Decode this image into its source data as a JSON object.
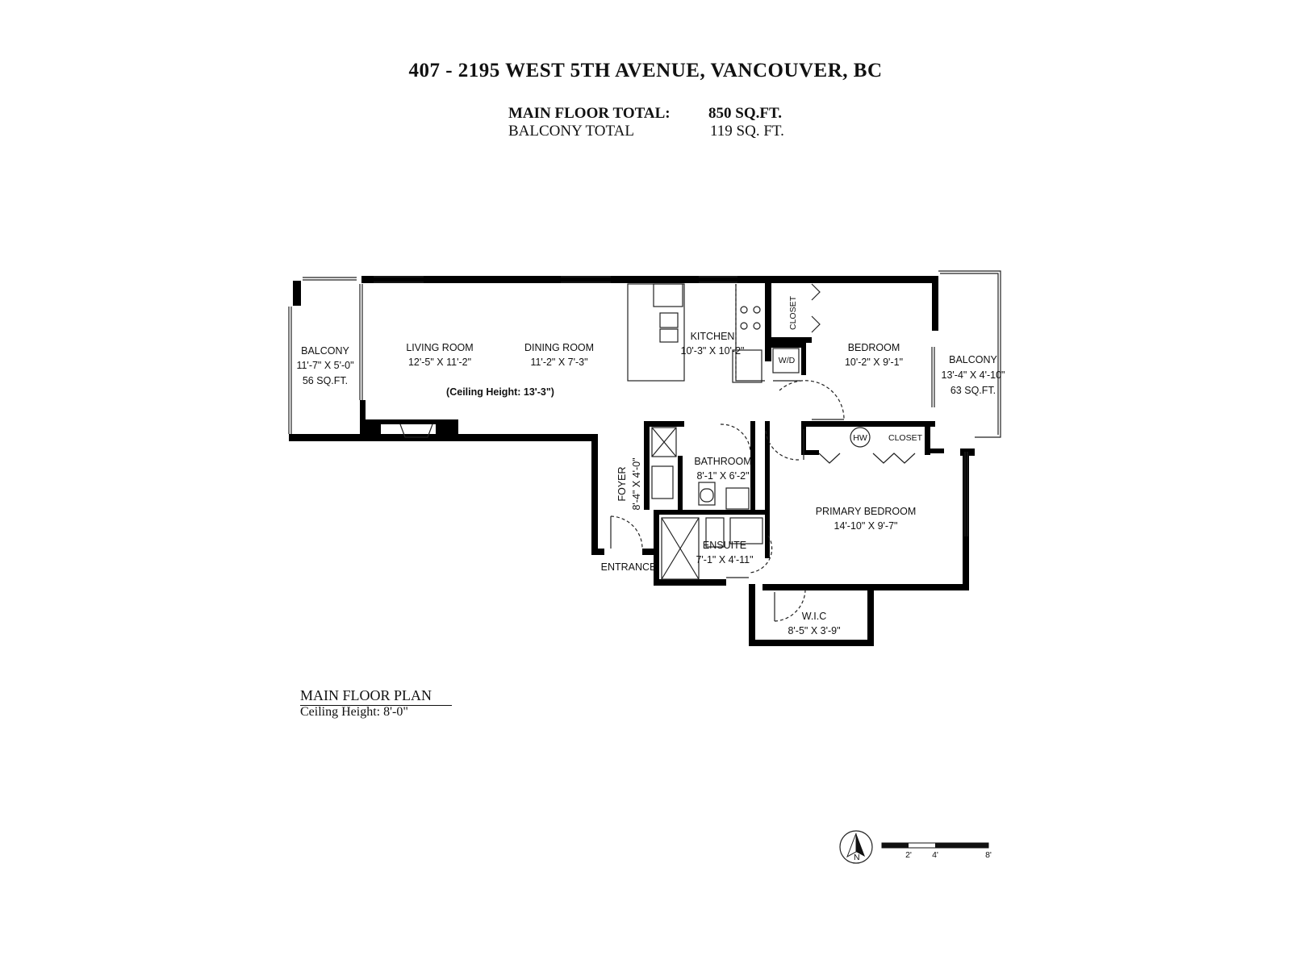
{
  "header": {
    "title": "407 - 2195 WEST 5TH AVENUE, VANCOUVER, BC",
    "main_floor_label": "MAIN FLOOR TOTAL:",
    "main_floor_value": "850 SQ.FT.",
    "balcony_label": "BALCONY TOTAL",
    "balcony_value": "119 SQ. FT."
  },
  "rooms": {
    "balcony_west": {
      "name": "BALCONY",
      "dims": "11'-7\" X 5'-0\"",
      "area": "56 SQ.FT."
    },
    "living": {
      "name": "LIVING ROOM",
      "dims": "12'-5\" X 11'-2\""
    },
    "dining": {
      "name": "DINING ROOM",
      "dims": "11'-2\" X 7'-3\""
    },
    "ceiling_note": "(Ceiling Height: 13'-3\")",
    "kitchen": {
      "name": "KITCHEN",
      "dims": "10'-3\" X 10'-2\""
    },
    "closet_top": "CLOSET",
    "wd": "W/D",
    "bedroom": {
      "name": "BEDROOM",
      "dims": "10'-2\" X 9'-1\""
    },
    "balcony_east": {
      "name": "BALCONY",
      "dims": "13'-4\" X 4'-10\"",
      "area": "63 SQ.FT."
    },
    "hw": "HW",
    "closet_bottom": "CLOSET",
    "bathroom": {
      "name": "BATHROOM",
      "dims": "8'-1\" X 6'-2\""
    },
    "foyer": {
      "name": "FOYER",
      "dims": "8'-4\" X 4'-0\""
    },
    "primary": {
      "name": "PRIMARY BEDROOM",
      "dims": "14'-10\" X 9'-7\""
    },
    "ensuite": {
      "name": "ENSUITE",
      "dims": "7'-1\" X 4'-11\""
    },
    "entrance": "ENTRANCE",
    "wic": {
      "name": "W.I.C",
      "dims": "8'-5\" X 3'-9\""
    }
  },
  "footer": {
    "plan_title": "MAIN FLOOR PLAN",
    "plan_ceiling": "Ceiling Height: 8'-0\""
  },
  "compass": {
    "north": "N"
  },
  "scale": {
    "ticks": [
      "2'",
      "4'",
      "8'"
    ]
  }
}
